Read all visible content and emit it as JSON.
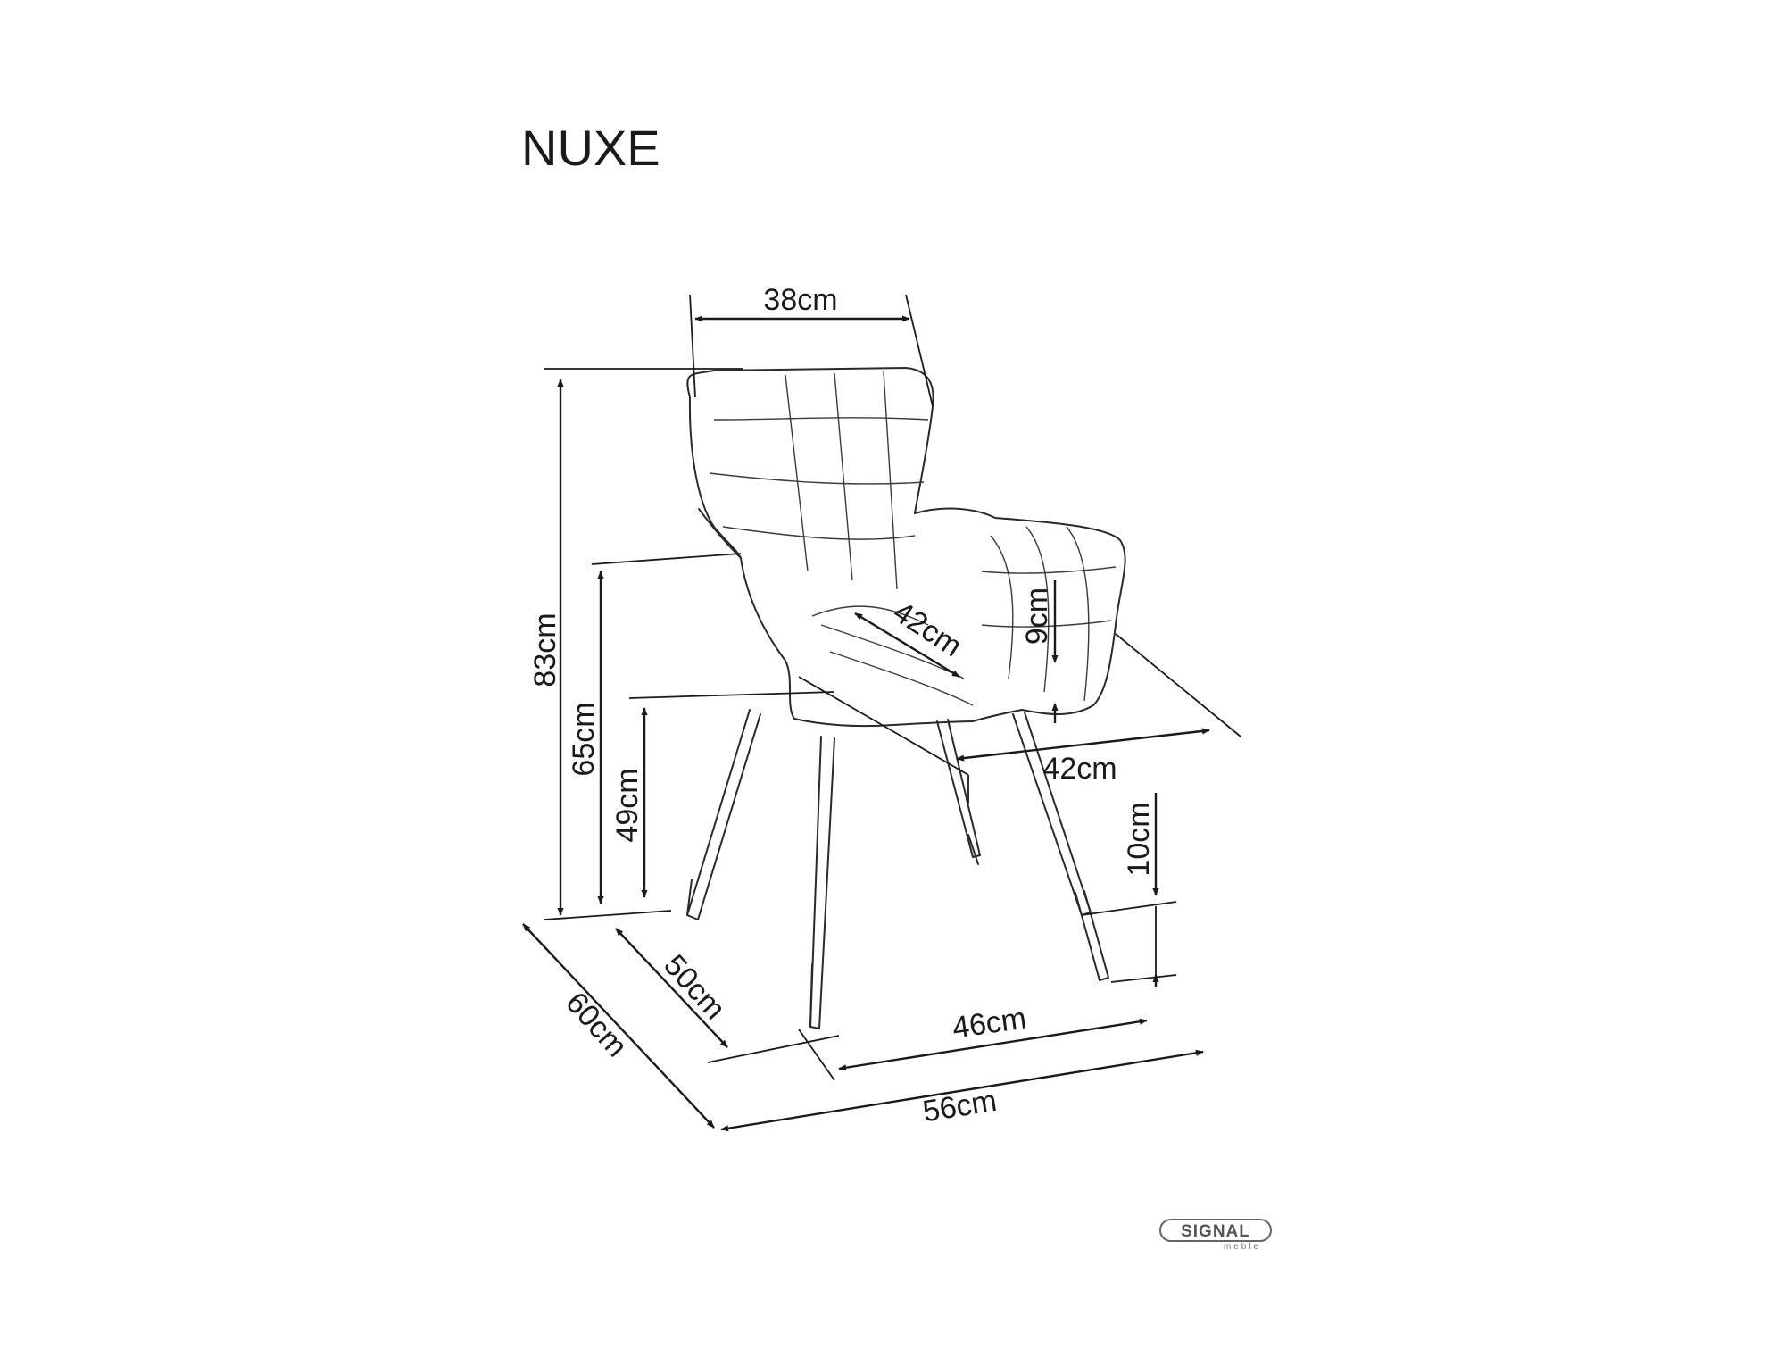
{
  "title": "NUXE",
  "dimensions": {
    "backrest_width": "38cm",
    "total_height": "83cm",
    "armrest_height": "65cm",
    "seat_height": "49cm",
    "seat_depth": "42cm",
    "armrest_above_seat": "9cm",
    "seat_width": "42cm",
    "leg_tip": "10cm",
    "leg_depth": "50cm",
    "total_depth": "60cm",
    "leg_width": "46cm",
    "total_width": "56cm"
  },
  "logo": {
    "name": "SIGNAL",
    "sub": "meble"
  }
}
